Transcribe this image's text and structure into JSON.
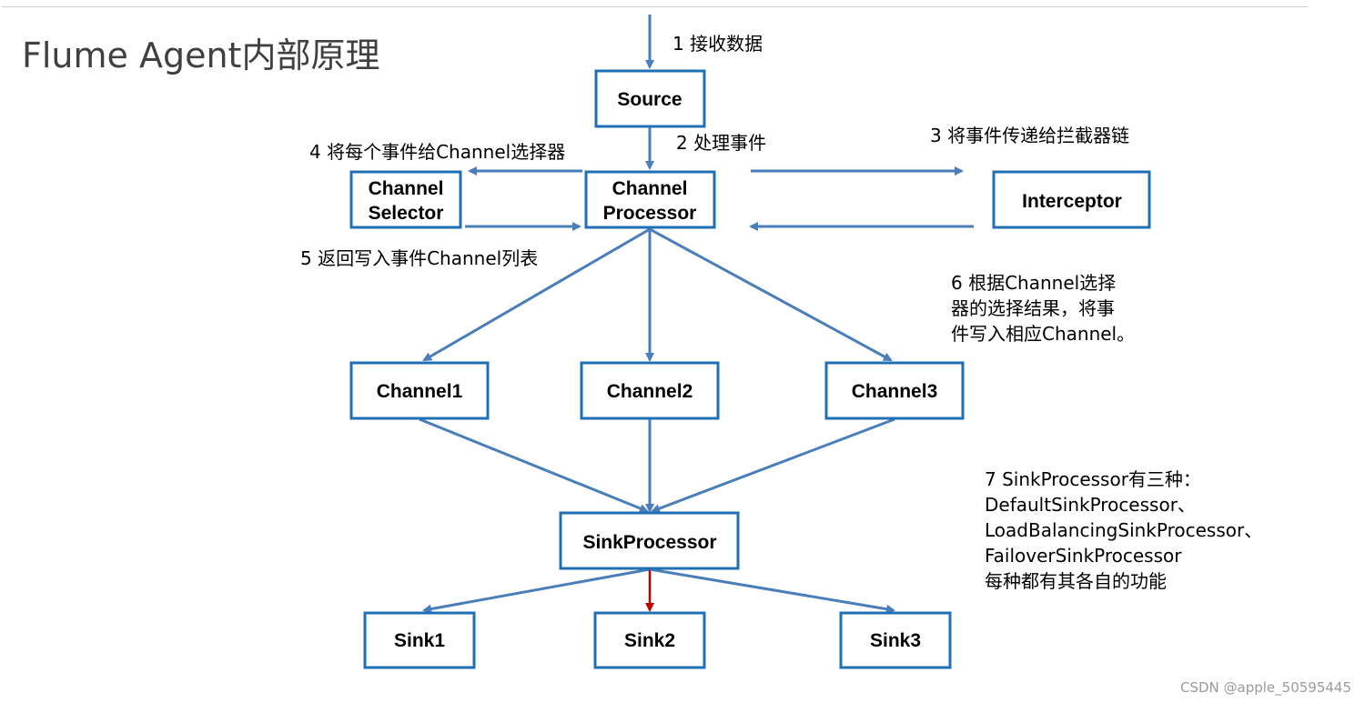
{
  "title": "Flume Agent内部原理",
  "nodes": {
    "source": "Source",
    "channel_selector": [
      "Channel",
      "Selector"
    ],
    "channel_processor": [
      "Channel",
      "Processor"
    ],
    "interceptor": "Interceptor",
    "channel1": "Channel1",
    "channel2": "Channel2",
    "channel3": "Channel3",
    "sink_processor": "SinkProcessor",
    "sink1": "Sink1",
    "sink2": "Sink2",
    "sink3": "Sink3"
  },
  "annotations": {
    "step1": "1 接收数据",
    "step2": "2 处理事件",
    "step3": "3 将事件传递给拦截器链",
    "step4": "4 将每个事件给Channel选择器",
    "step5": "5 返回写入事件Channel列表",
    "step6": [
      "6 根据Channel选择",
      "器的选择结果，将事",
      "件写入相应Channel。"
    ],
    "step7": [
      "7 SinkProcessor有三种：",
      "DefaultSinkProcessor、",
      "LoadBalancingSinkProcessor、",
      "FailoverSinkProcessor",
      "每种都有其各自的功能"
    ]
  },
  "colors": {
    "box_border": "#1f6fb6",
    "arrow": "#4a7ebb",
    "highlight_arrow": "#c00000"
  },
  "watermark": "CSDN @apple_50595445"
}
